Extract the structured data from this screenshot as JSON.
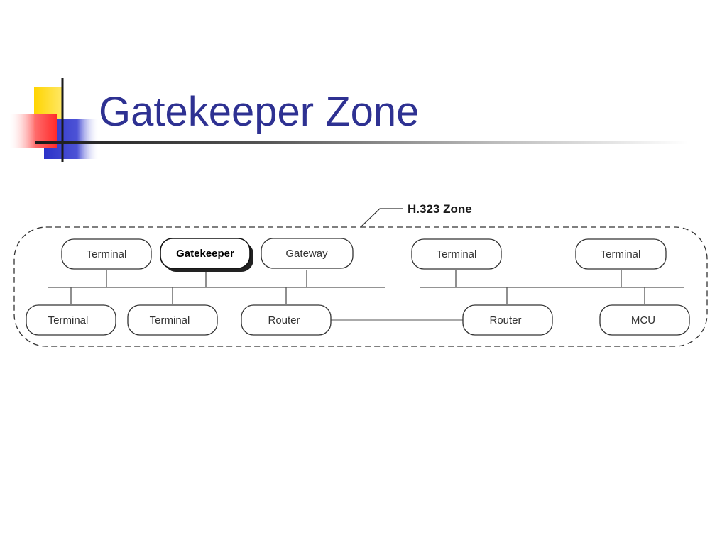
{
  "slide": {
    "title": "Gatekeeper Zone"
  },
  "colors": {
    "title": "#2e3192",
    "accent_yellow": "#ffd400",
    "accent_red": "#ff3b3b",
    "accent_blue": "#2b32c8",
    "rule_dark": "#1a1a1a",
    "diagram_stroke": "#333333",
    "router_link": "#aaaaaa"
  },
  "diagram": {
    "zone_label": "H.323 Zone",
    "top_row": [
      {
        "label": "Terminal",
        "emphasis": false
      },
      {
        "label": "Gatekeeper",
        "emphasis": true
      },
      {
        "label": "Gateway",
        "emphasis": false
      },
      {
        "label": "Terminal",
        "emphasis": false
      },
      {
        "label": "Terminal",
        "emphasis": false
      }
    ],
    "bottom_row": [
      {
        "label": "Terminal"
      },
      {
        "label": "Terminal"
      },
      {
        "label": "Router"
      },
      {
        "label": "Router"
      },
      {
        "label": "MCU"
      }
    ]
  }
}
